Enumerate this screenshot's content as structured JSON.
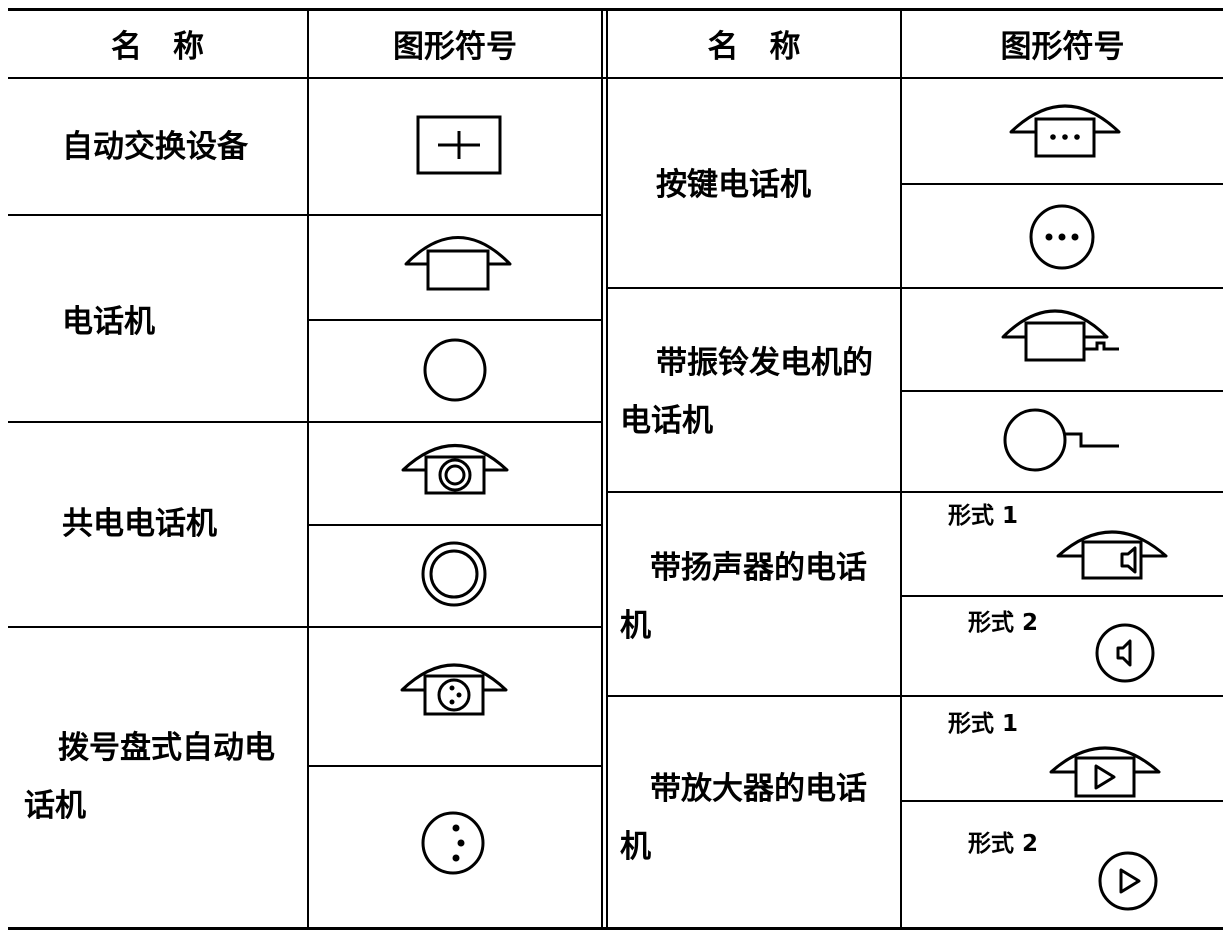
{
  "header": {
    "left_name": "名　称",
    "left_symbol": "图形符号",
    "right_name": "名　称",
    "right_symbol": "图形符号"
  },
  "rows": {
    "auto_exchange": "自动交换设备",
    "telephone": "电话机",
    "common_battery": "共电电话机",
    "dial_auto_line1": "拨号盘式自动电",
    "dial_auto_line2": "话机",
    "push_button": "按键电话机",
    "magneto_line1": "带振铃发电机的",
    "magneto_line2": "电话机",
    "speaker_line1": "带扬声器的电话",
    "speaker_line2": "机",
    "amplifier_line1": "带放大器的电话",
    "amplifier_line2": "机"
  },
  "forms": {
    "form1": "形式 1",
    "form2": "形式 2"
  },
  "icons": [
    "exchange-plus-icon",
    "telephone-handset-icon",
    "circle-icon",
    "common-battery-phone-icon",
    "double-circle-icon",
    "dial-phone-icon",
    "dial-circle-icon",
    "push-button-phone-icon",
    "three-dot-circle-icon",
    "magneto-phone-icon",
    "magneto-circle-icon",
    "speaker-phone-icon",
    "speaker-circle-icon",
    "amplifier-phone-icon",
    "amplifier-circle-icon"
  ]
}
